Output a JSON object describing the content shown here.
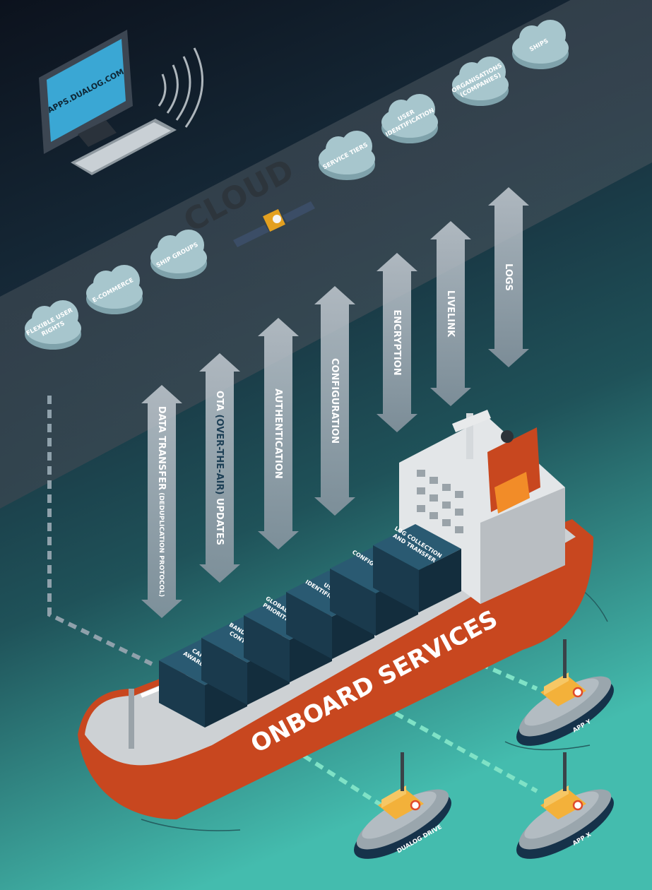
{
  "colors": {
    "bg_top": "#0d1420",
    "bg_mid": "#1b3a4a",
    "bg_bottom": "#3fb7a8",
    "cloud_fill": "#9fc0c8",
    "cloud_text": "#ffffff",
    "arrow_fill": "#b9c3cc",
    "hull_red": "#c8471f",
    "deck_gray": "#c7cbce",
    "container_blue": "#1d4155",
    "accent_orange": "#f28c28",
    "tug_navy": "#16324a",
    "tug_yellow": "#f3b13a",
    "dash_green": "#7fe2c6",
    "dash_gray": "#8fa1ab"
  },
  "computer": {
    "screen_text": "APPS.DUALOG.COM",
    "icon": "desktop-computer-icon",
    "signal_icon": "wifi-signal-icon"
  },
  "cloud_band": {
    "title": "CLOUD",
    "satellite_icon": "satellite-icon",
    "clouds": [
      {
        "text": [
          "FLEXIBLE USER",
          "RIGHTS"
        ]
      },
      {
        "text": [
          "E-COMMERCE"
        ]
      },
      {
        "text": [
          "SHIP GROUPS"
        ]
      },
      {
        "text": [
          "SERVICE TIERS"
        ]
      },
      {
        "text": [
          "USER",
          "IDENTIFICATION"
        ]
      },
      {
        "text": [
          "ORGANISATIONS",
          "(COMPANIES)"
        ]
      },
      {
        "text": [
          "SHIPS"
        ]
      }
    ]
  },
  "arrows": [
    {
      "label": "DATA TRANSFER",
      "sub": "(DEDUPLICATION PROTOCOL)"
    },
    {
      "label": "OTA",
      "highlight": "(OVER-THE-AIR)",
      "sub": "UPDATES"
    },
    {
      "label": "AUTHENTICATION"
    },
    {
      "label": "CONFIGURATION"
    },
    {
      "label": "ENCRYPTION"
    },
    {
      "label": "LIVELINK"
    },
    {
      "label": "LOGS"
    }
  ],
  "ship": {
    "hull_label": "ONBOARD SERVICES",
    "containers": [
      [
        "CARRIER",
        "AWARENESS"
      ],
      [
        "BANDWIDTH",
        "CONTROL"
      ],
      [
        "GLOBAL TRAFFIC",
        "PRIORITISATION"
      ],
      [
        "USER",
        "IDENTIFICATION"
      ],
      [
        "CONFIGURATION"
      ],
      [
        "LOG COLLECTION",
        "AND TRANSFER"
      ]
    ]
  },
  "tugs": [
    {
      "label": "APP Y"
    },
    {
      "label": "DUALOG DRIVE"
    },
    {
      "label": "APP X"
    }
  ]
}
